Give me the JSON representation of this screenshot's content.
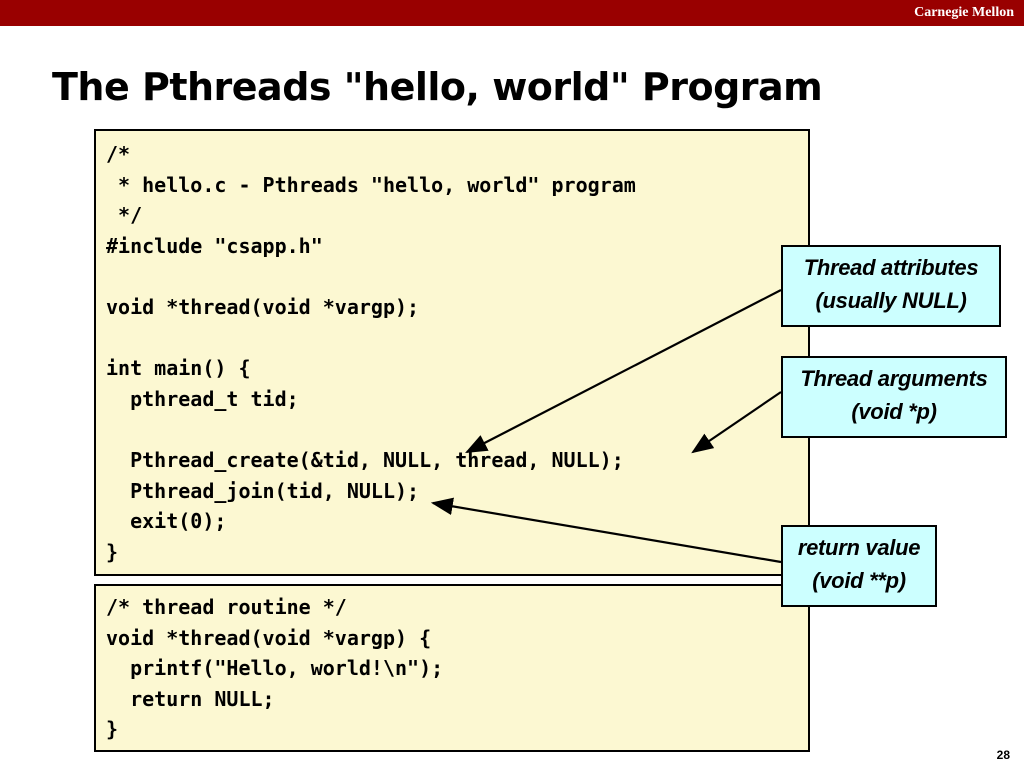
{
  "header": {
    "brand": "Carnegie Mellon",
    "bar_color": "#990000"
  },
  "title": "The Pthreads \"hello, world\" Program",
  "code_main": {
    "background": "#fcf8d2",
    "lines": [
      "/*",
      " * hello.c - Pthreads \"hello, world\" program",
      " */",
      "#include \"csapp.h\"",
      "",
      "void *thread(void *vargp);",
      "",
      "int main() {",
      "  pthread_t tid;",
      "",
      "  Pthread_create(&tid, NULL, thread, NULL);",
      "  Pthread_join(tid, NULL);",
      "  exit(0);",
      "}"
    ]
  },
  "code_routine": {
    "lines": [
      "/* thread routine */",
      "void *thread(void *vargp) {",
      "  printf(\"Hello, world!\\n\");",
      "  return NULL;",
      "}"
    ]
  },
  "callouts": {
    "background": "#ccffff",
    "attributes": {
      "line1": "Thread attributes",
      "line2": "(usually NULL)"
    },
    "arguments": {
      "line1": "Thread arguments",
      "line2": "(void *p)"
    },
    "return_value": {
      "line1": "return value",
      "line2": "(void **p)"
    }
  },
  "page_number": "28"
}
